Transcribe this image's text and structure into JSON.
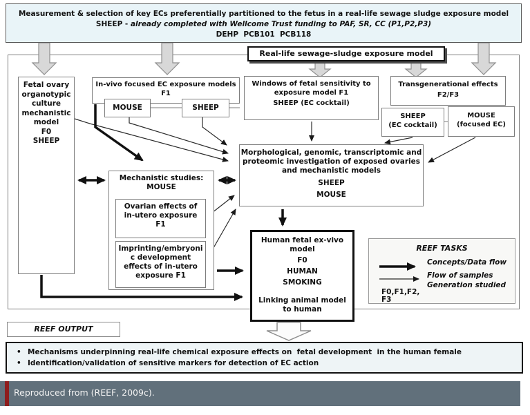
{
  "figure": {
    "header": {
      "line1": "Measurement & selection of key ECs preferentially partitioned to the fetus in a real-life sewage sludge exposure model",
      "line2_prefix": "SHEEP - ",
      "line2_italic": "already completed with Wellcome Trust funding to PAF, SR, CC (P1,P2,P3)",
      "line3": "DEHP  PCB101  PCB118"
    },
    "banner": "Real-life sewage-sludge exposure model",
    "fetal_ovary": {
      "lines": [
        "Fetal ovary",
        "organotypic",
        "culture",
        "mechanistic",
        "model",
        "F0",
        "SHEEP"
      ]
    },
    "invivo": {
      "title": "In-vivo focused EC exposure models",
      "generation": "F1",
      "mouse": "MOUSE",
      "sheep": "SHEEP"
    },
    "windows": {
      "title": "Windows of fetal sensitivity to exposure model F1",
      "subject": "SHEEP (EC cocktail)"
    },
    "transgen": {
      "title": "Transgenerational effects",
      "generation": "F2/F3",
      "sheep": {
        "line1": "SHEEP",
        "line2": "(EC cocktail)"
      },
      "mouse": {
        "line1": "MOUSE",
        "line2": "(focused EC)"
      }
    },
    "mechanistic": {
      "title": "Mechanistic studies:",
      "subject": "MOUSE",
      "sub1": "Ovarian effects of in-utero exposure F1",
      "sub2": "Imprinting/embryonic development effects of in-utero exposure F1"
    },
    "morph": {
      "title": "Morphological, genomic, transcriptomic and proteomic investigation of exposed ovaries and mechanistic models",
      "subject1": "SHEEP",
      "subject2": "MOUSE"
    },
    "human": {
      "title": "Human fetal ex-vivo model",
      "generation": "F0",
      "subject1": "HUMAN",
      "subject2": "SMOKING",
      "footer": "Linking animal model to human"
    },
    "legend": {
      "title": "REEF TASKS",
      "items": [
        "Concepts/Data flow",
        "Flow of samples",
        "Generation studied"
      ],
      "generations_line1": "F0,F1,F2,",
      "generations_line2": "F3"
    },
    "output": {
      "label": "REEF OUTPUT",
      "bullets": [
        "Mechanisms underpinning real-life chemical exposure effects on  fetal development  in the human female",
        "Identification/validation of sensitive markers for detection of EC action"
      ]
    },
    "caption": "Reproduced from (REEF, 2009c).",
    "colors": {
      "header_bg": "#e9f4f8",
      "output_bg": "#eef4f6",
      "caption_bar_bg": "#61707b",
      "caption_accent": "#8e1d1d",
      "arrow_fill": "#d8d8d8",
      "box_border": "#7d7d7d"
    }
  }
}
